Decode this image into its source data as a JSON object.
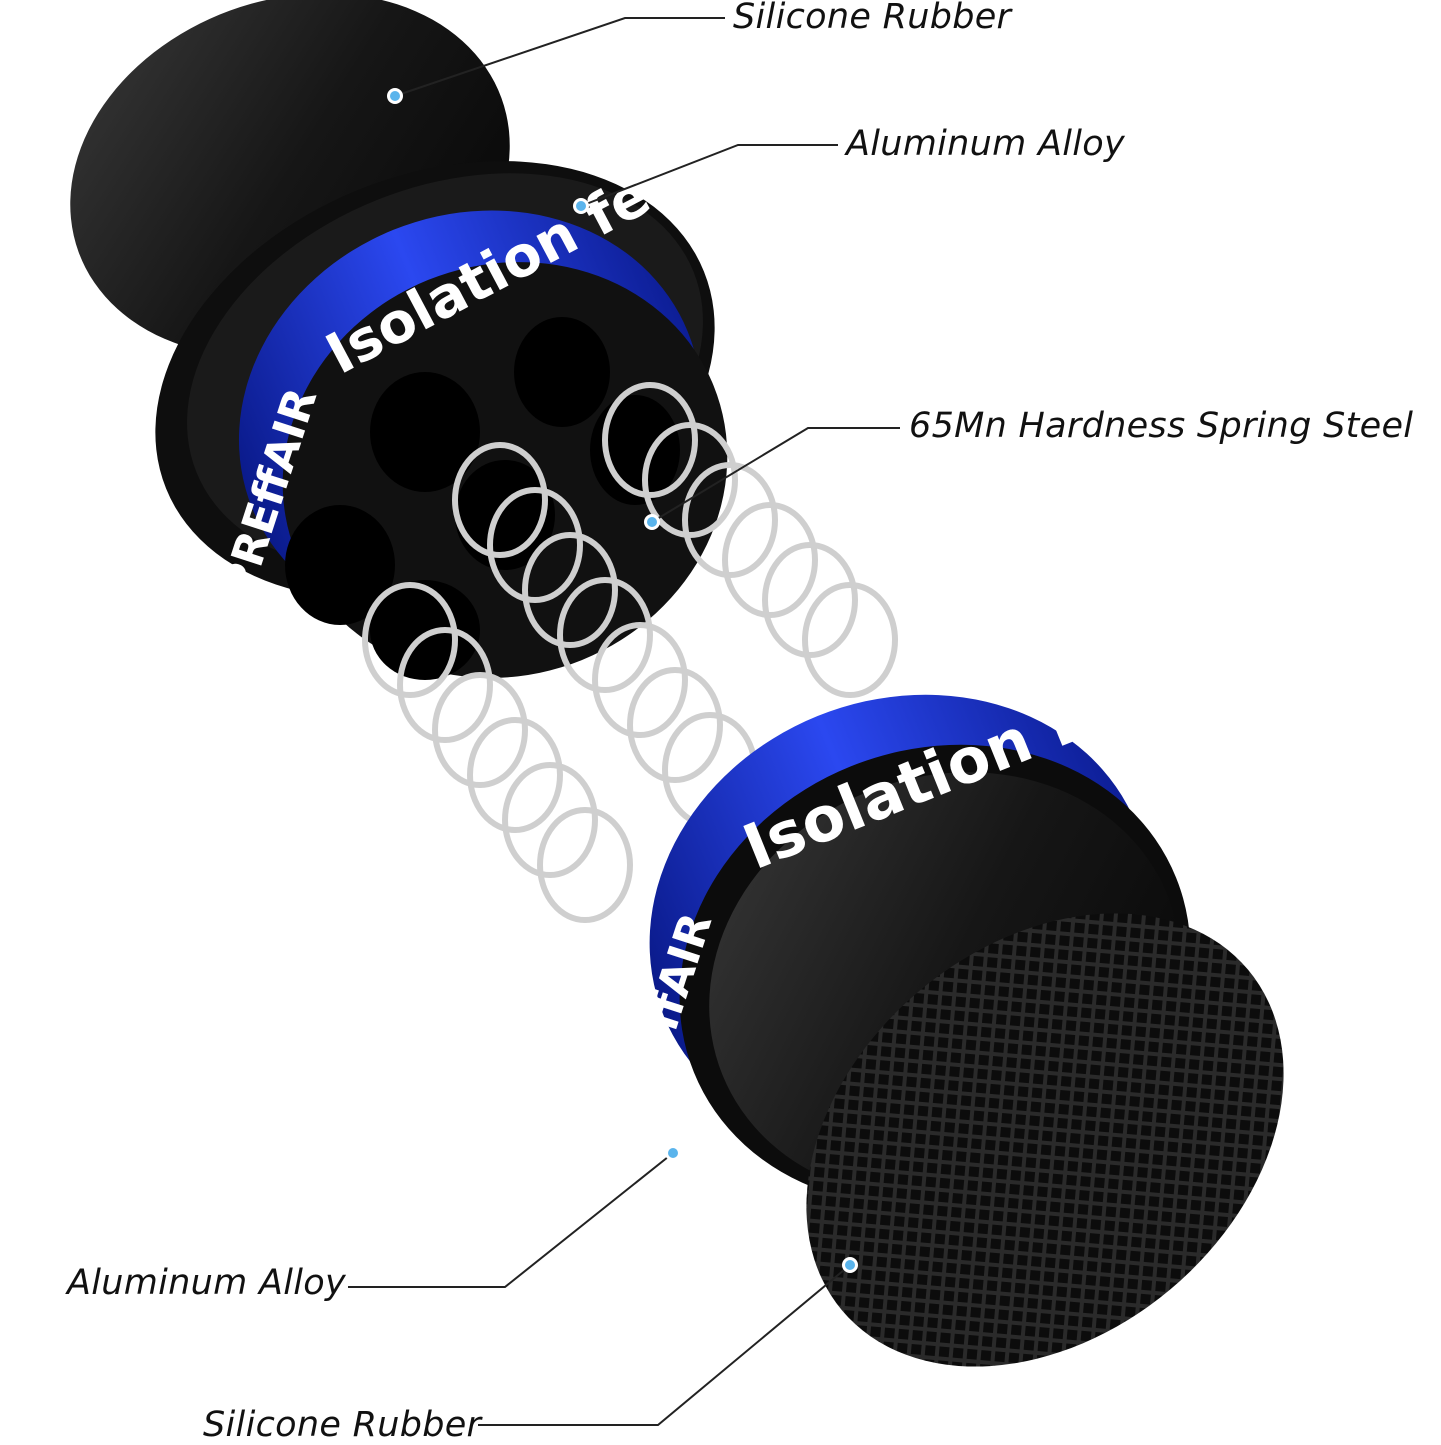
{
  "callouts": {
    "top_silicone": "Silicone Rubber",
    "top_aluminum": "Aluminum Alloy",
    "spring": "65Mn Hardness Spring Steel",
    "bottom_aluminum": "Aluminum Alloy",
    "bottom_silicone": "Silicone Rubber"
  },
  "product": {
    "band_text_top": "Isolation fe",
    "band_text_bottom": "Isolation fe",
    "brand_top": "PREffAIR",
    "brand_bottom": "PREffAIR"
  },
  "colors": {
    "band_blue": "#1f38d8",
    "body_black": "#141414",
    "spring_silver": "#cfcfcf",
    "marker_blue": "#5ab4ec"
  }
}
